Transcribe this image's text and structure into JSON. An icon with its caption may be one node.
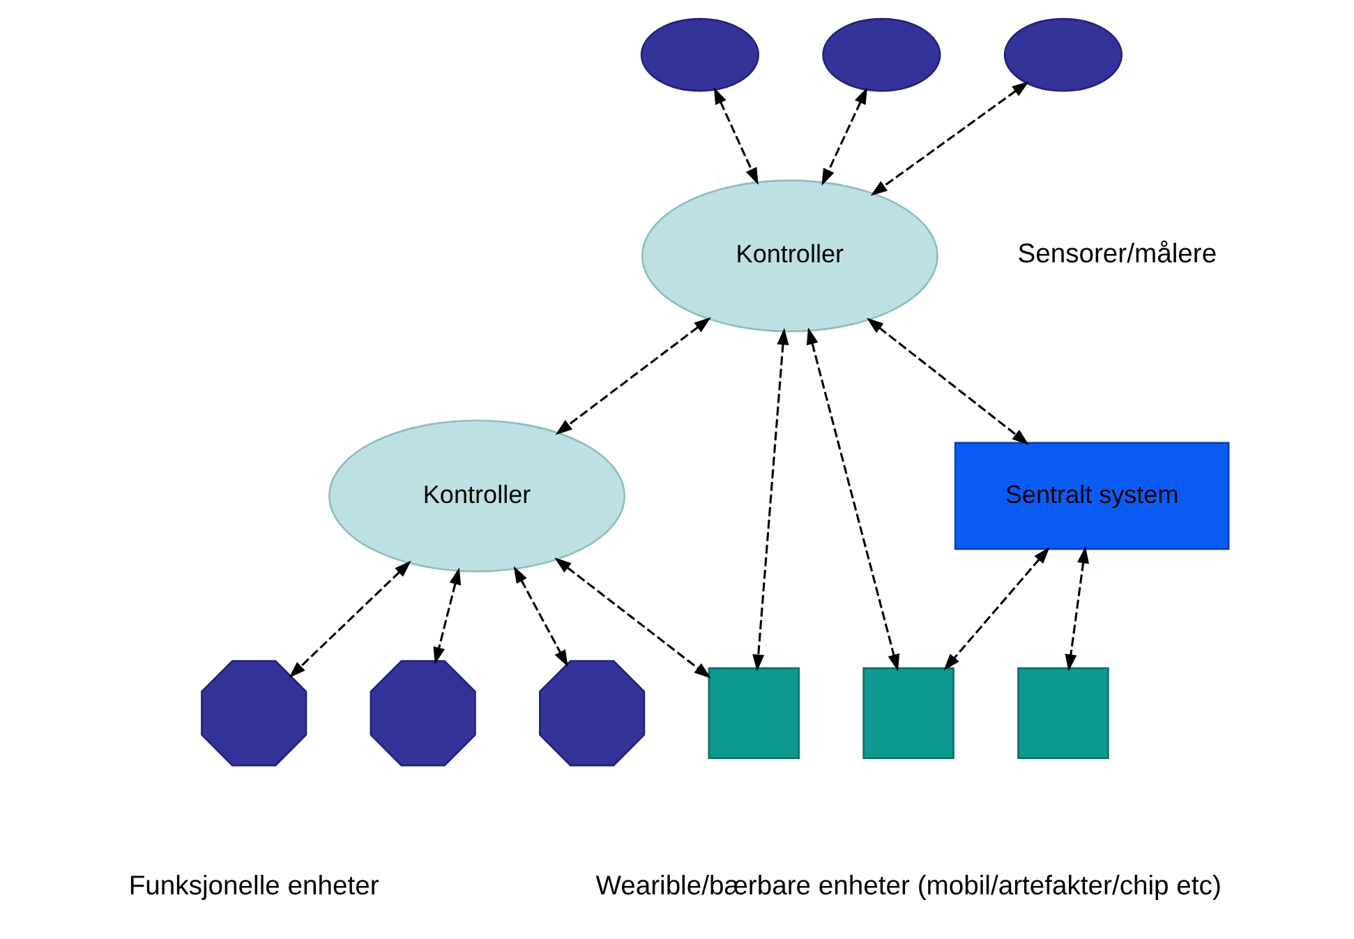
{
  "diagram": {
    "nodes": [
      {
        "text": [
          "Kontroller"
        ]
      },
      {
        "text": [
          "Sentralt system"
        ]
      },
      {
        "text": [
          "Kontroller"
        ]
      },
      {
        "text": [],
        "shape": "ellipse"
      },
      {
        "text": [],
        "shape": "ellipse"
      },
      {
        "text": [],
        "shape": "ellipse"
      },
      {
        "text": [],
        "shape": "octagon"
      },
      {
        "text": [],
        "shape": "octagon"
      },
      {
        "text": [],
        "shape": "octagon"
      },
      {
        "text": [],
        "shape": "box"
      },
      {
        "text": [],
        "shape": "box"
      },
      {
        "text": [],
        "shape": "box"
      }
    ],
    "edges": [
      {
        "from": 3,
        "to": 0,
        "arrow": "both",
        "style": "dashed"
      },
      {
        "from": 5,
        "to": 0,
        "arrow": "both",
        "style": "dashed"
      },
      {
        "from": 4,
        "to": 0,
        "arrow": "both",
        "style": "dashed"
      },
      {
        "from": 0,
        "to": 1,
        "arrow": "both",
        "style": "dashed"
      },
      {
        "from": 0,
        "to": 2,
        "arrow": "both",
        "style": "dashed"
      },
      {
        "from": 0,
        "to": 9,
        "arrow": "both",
        "style": "dashed"
      },
      {
        "from": 0,
        "to": 10,
        "arrow": "both",
        "style": "dashed"
      },
      {
        "from": 1,
        "to": 10,
        "arrow": "both",
        "style": "dashed"
      },
      {
        "from": 1,
        "to": 11,
        "arrow": "both",
        "style": "dashed"
      },
      {
        "from": 2,
        "to": 9,
        "arrow": "both",
        "style": "dashed"
      },
      {
        "from": 2,
        "to": 7,
        "arrow": "both",
        "style": "dashed"
      },
      {
        "from": 2,
        "to": 6,
        "arrow": "both",
        "style": "dashed"
      },
      {
        "from": 2,
        "to": 8,
        "arrow": "both",
        "style": "dashed"
      }
    ],
    "labels": [
      "Sensorer/målere",
      "Funksjonelle enheter",
      "Wearible/bærbare enheter (mobil/artefakter/chip etc)"
    ]
  }
}
